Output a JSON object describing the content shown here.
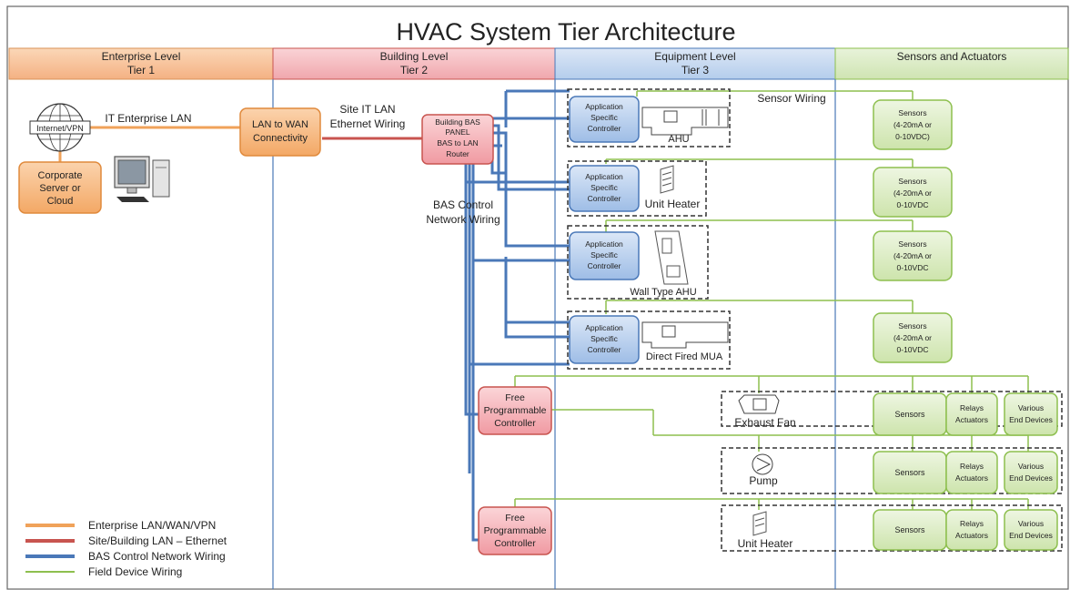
{
  "title": "HVAC System Tier Architecture",
  "tiers": [
    {
      "name": "Enterprise Level",
      "sub": "Tier 1"
    },
    {
      "name": "Building Level",
      "sub": "Tier 2"
    },
    {
      "name": "Equipment Level",
      "sub": "Tier 3"
    },
    {
      "name": "Sensors and Actuators",
      "sub": ""
    }
  ],
  "enterprise": {
    "internet": "Internet/VPN",
    "lan_label": "IT Enterprise LAN",
    "server": [
      "Corporate",
      "Server or",
      "Cloud"
    ],
    "lan_wan": [
      "LAN to WAN",
      "Connectivity"
    ]
  },
  "building": {
    "site_lan": [
      "Site IT LAN",
      "Ethernet Wiring"
    ],
    "panel": [
      "Building BAS",
      "PANEL",
      "BAS to LAN",
      "Router"
    ],
    "bas_wiring": [
      "BAS Control",
      "Network Wiring"
    ],
    "fpc": [
      "Free",
      "Programmable",
      "Controller"
    ]
  },
  "equipment": {
    "sensor_wiring": "Sensor Wiring",
    "asc": [
      "Application",
      "Specific",
      "Controller"
    ],
    "units": [
      "AHU",
      "Unit Heater",
      "Wall Type AHU",
      "Direct Fired MUA"
    ],
    "field": [
      "Exhaust Fan",
      "Pump",
      "Unit Heater"
    ]
  },
  "sensors": {
    "boxes": [
      [
        "Sensors",
        "(4-20mA or",
        "0-10VDC)"
      ],
      [
        "Sensors",
        "(4-20mA or",
        "0-10VDC"
      ],
      [
        "Sensors",
        "(4-20mA or",
        "0-10VDC"
      ],
      [
        "Sensors",
        "(4-20mA or",
        "0-10VDC"
      ]
    ],
    "row_labels": {
      "sensors": "Sensors",
      "relays": [
        "Relays",
        "Actuators"
      ],
      "various": [
        "Various",
        "End Devices"
      ]
    }
  },
  "legend": [
    {
      "label": "Enterprise LAN/WAN/VPN",
      "color": "#f0a25a"
    },
    {
      "label": "Site/Building LAN – Ethernet",
      "color": "#c8544f"
    },
    {
      "label": "BAS Control Network Wiring",
      "color": "#4a78b8"
    },
    {
      "label": "Field Device Wiring",
      "color": "#8dbf4e"
    }
  ],
  "colors": {
    "tier1_header": "#f4b183",
    "tier2_header": "#f4b6bd",
    "tier3_header": "#bdd3ee",
    "tier4_header": "#d5e8b8",
    "orange": "#f0a25a",
    "red": "#c8544f",
    "blue": "#4a78b8",
    "green": "#8dbf4e"
  }
}
